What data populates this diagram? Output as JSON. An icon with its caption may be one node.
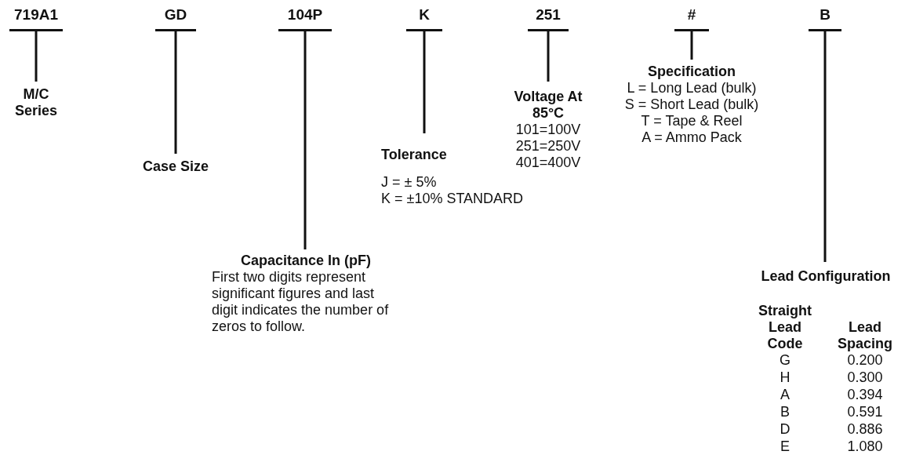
{
  "diagram": {
    "nodes": [
      {
        "text": [
          "719A1"
        ]
      },
      {
        "text": [
          "M/C Series"
        ]
      },
      {
        "text": [
          "GD"
        ]
      },
      {
        "text": [
          "Case Size"
        ]
      },
      {
        "text": [
          "104P"
        ]
      },
      {
        "text": [
          "Capacitance In (pF)",
          "First two digits represent significant figures and last digit indicates the number of zeros to follow."
        ]
      },
      {
        "text": [
          "K"
        ]
      },
      {
        "text": [
          "Tolerance",
          "J = ± 5%",
          "K = ±10% STANDARD"
        ]
      },
      {
        "text": [
          "251"
        ]
      },
      {
        "text": [
          "Voltage At 85°C",
          "101=100V",
          "251=250V",
          "401=400V"
        ]
      },
      {
        "text": [
          "#"
        ]
      },
      {
        "text": [
          "Specification",
          "L = Long Lead (bulk)",
          "S = Short Lead (bulk)",
          "T = Tape & Reel",
          "A = Ammo Pack"
        ]
      },
      {
        "text": [
          "B"
        ]
      },
      {
        "text": [
          "Lead Configuration"
        ]
      }
    ],
    "edges": [
      {
        "from": 0,
        "to": 1,
        "arrow": "none"
      },
      {
        "from": 2,
        "to": 3,
        "arrow": "none"
      },
      {
        "from": 4,
        "to": 5,
        "arrow": "none"
      },
      {
        "from": 6,
        "to": 7,
        "arrow": "none"
      },
      {
        "from": 8,
        "to": 9,
        "arrow": "none"
      },
      {
        "from": 10,
        "to": 11,
        "arrow": "none"
      },
      {
        "from": 12,
        "to": 13,
        "arrow": "none"
      }
    ],
    "labels": [
      "Straight Lead Code",
      "Lead Spacing",
      "G",
      "0.200",
      "H",
      "0.300",
      "A",
      "0.394",
      "B",
      "0.591",
      "D",
      "0.886",
      "E",
      "1.080"
    ]
  }
}
